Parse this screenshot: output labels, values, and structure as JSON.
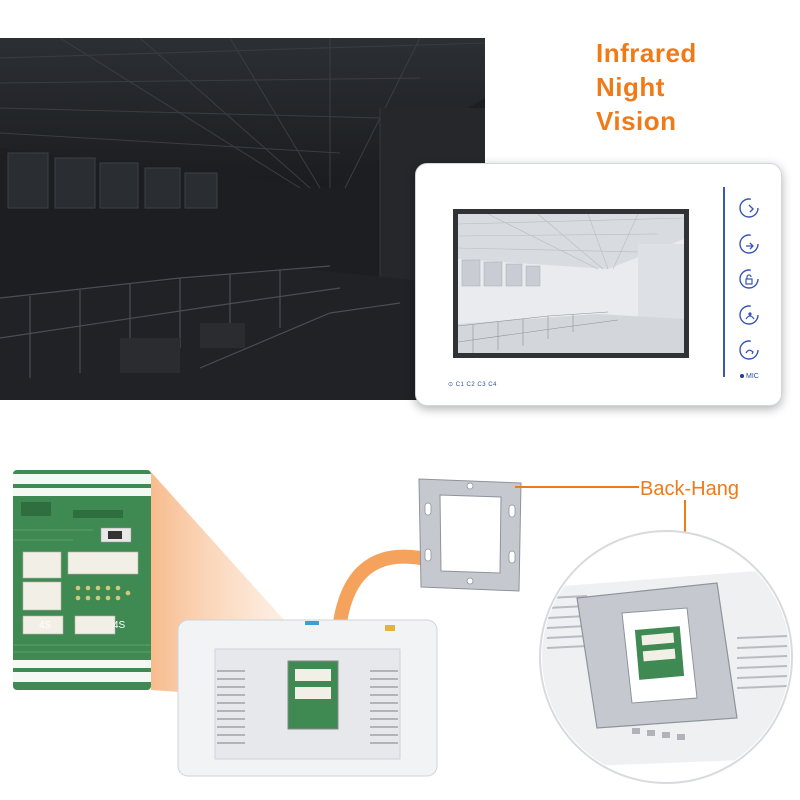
{
  "headline": {
    "lines": [
      "Infrared",
      "Night",
      "Vision"
    ]
  },
  "monitor": {
    "camera_labels": "⊙  C1  C2  C3  C4",
    "mic_label": "MIC",
    "buttons": [
      {
        "icon": "monitor-call-icon"
      },
      {
        "icon": "transfer-call-icon"
      },
      {
        "icon": "unlock-icon"
      },
      {
        "icon": "intercom-icon"
      },
      {
        "icon": "hangup-icon"
      }
    ]
  },
  "pcb": {
    "port_labels": [
      "4S",
      "4S"
    ]
  },
  "callout": {
    "label": "Back-Hang"
  },
  "colors": {
    "accent": "#f07a18",
    "panel_blue": "#3656b8",
    "pcb_green": "#3f8a52",
    "night_bg": "#1c1e21",
    "bracket_metal": "#c5c9cf"
  }
}
